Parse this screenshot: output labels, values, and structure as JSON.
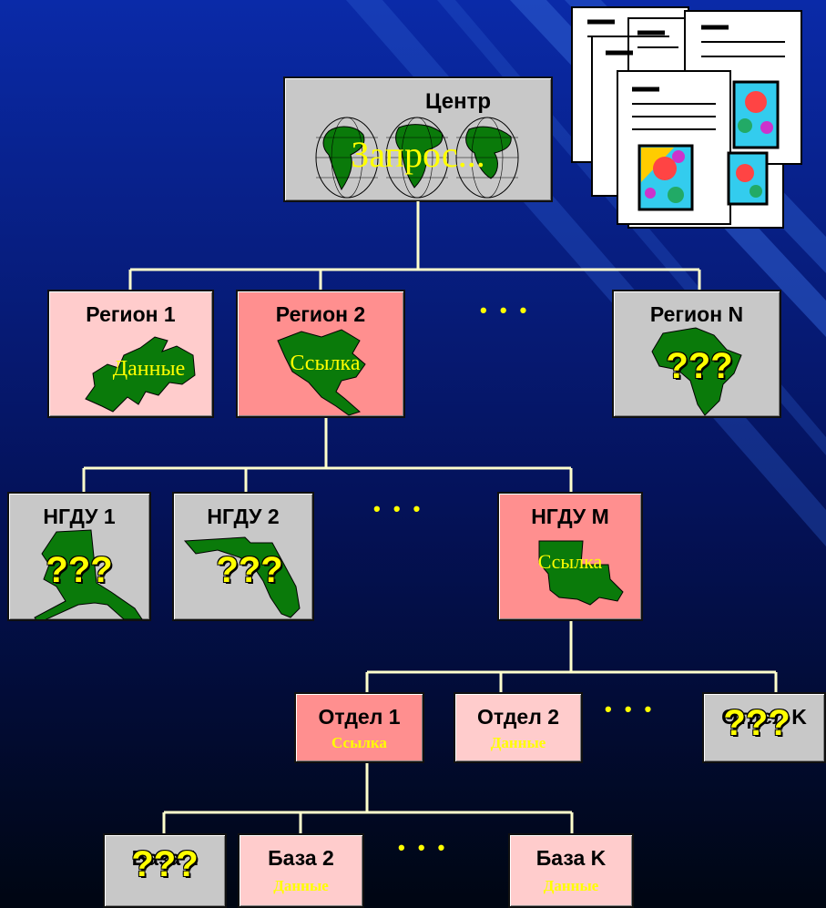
{
  "background": {
    "top_color": "#0a2aa0",
    "bottom_color": "#000814",
    "stripe_color": "#3a6ed8"
  },
  "center": {
    "title": "Центр",
    "sub": "Запрос..."
  },
  "regions": [
    {
      "title": "Регион 1",
      "sub": "Данные",
      "style": "pink-light"
    },
    {
      "title": "Регион 2",
      "sub": "Ссылка",
      "style": "pink-dark"
    },
    {
      "title": "Регион N",
      "sub": "???",
      "style": "gray"
    }
  ],
  "ngdu": [
    {
      "title": "НГДУ 1",
      "sub": "???",
      "style": "gray"
    },
    {
      "title": "НГДУ 2",
      "sub": "???",
      "style": "gray"
    },
    {
      "title": "НГДУ M",
      "sub": "Ссылка",
      "style": "pink-dark"
    }
  ],
  "departments": [
    {
      "title": "Отдел 1",
      "sub": "Ссылка",
      "style": "pink-dark"
    },
    {
      "title": "Отдел 2",
      "sub": "Данные",
      "style": "pink-light"
    },
    {
      "title": "Отдел K",
      "sub": "???",
      "style": "gray"
    }
  ],
  "bases": [
    {
      "title": "База 1",
      "sub": "???",
      "style": "gray"
    },
    {
      "title": "База 2",
      "sub": "Данные",
      "style": "pink-light"
    },
    {
      "title": "База K",
      "sub": "Данные",
      "style": "pink-light"
    }
  ],
  "ellipsis": "• • •",
  "colors": {
    "accent_yellow": "#ffff00",
    "map_green": "#0a7a0a",
    "line": "#ffffcc"
  }
}
